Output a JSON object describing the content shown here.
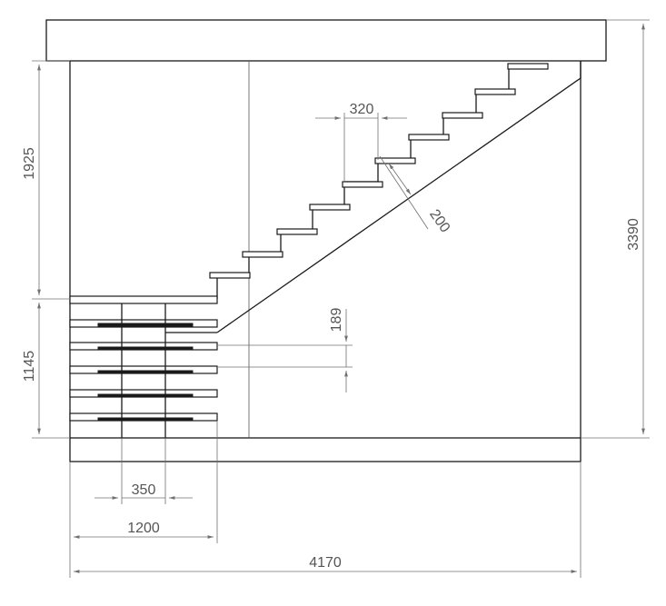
{
  "dimensions": {
    "total_width": "4170",
    "total_height": "3390",
    "upper_flight_height": "1925",
    "lower_flight_height": "1145",
    "lower_flight_width": "1200",
    "winder_step": "350",
    "tread_depth": "320",
    "riser_height": "189",
    "stringer_thickness": "200"
  }
}
